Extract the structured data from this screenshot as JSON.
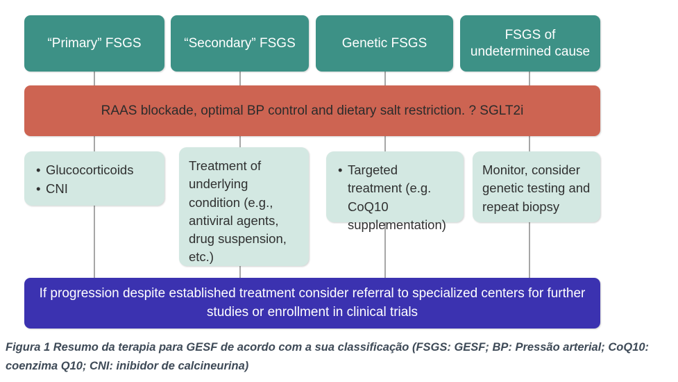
{
  "figure": {
    "caption": "Figura 1 Resumo da terapia para GESF de acordo com a sua classificação (FSGS: GESF; BP: Pressão arterial; CoQ10: coenzima Q10; CNI: inibidor de calcineurina)",
    "colors": {
      "category_box": "#3d9186",
      "category_text": "#ffffff",
      "band_box": "#cd6452",
      "band_text": "#2b2b2b",
      "treatment_box": "#d3e8e2",
      "treatment_text": "#2f3030",
      "final_box": "#3b32b0",
      "final_text": "#ffffff",
      "connector": "#a6a6a6",
      "background": "#ffffff",
      "caption_text": "#3e4a57"
    }
  },
  "categories": [
    {
      "label": "“Primary” FSGS"
    },
    {
      "label": "“Secondary” FSGS"
    },
    {
      "label": "Genetic FSGS"
    },
    {
      "label": "FSGS of\nundetermined cause"
    }
  ],
  "band": {
    "label": "RAAS blockade, optimal BP control and dietary salt restriction. ? SGLT2i"
  },
  "treatments": [
    {
      "style": "bullets",
      "items": [
        "Glucocorticoids",
        "CNI"
      ]
    },
    {
      "style": "paragraph",
      "text": "Treatment of underlying condition (e.g., antiviral agents, drug suspension, etc.)"
    },
    {
      "style": "bullets",
      "items": [
        "Targeted treatment (e.g. CoQ10 supplementation)"
      ]
    },
    {
      "style": "paragraph",
      "text": "Monitor, consider genetic testing and repeat biopsy"
    }
  ],
  "final": {
    "label": "If progression despite established treatment consider referral to specialized centers for further studies or enrollment in clinical trials"
  }
}
